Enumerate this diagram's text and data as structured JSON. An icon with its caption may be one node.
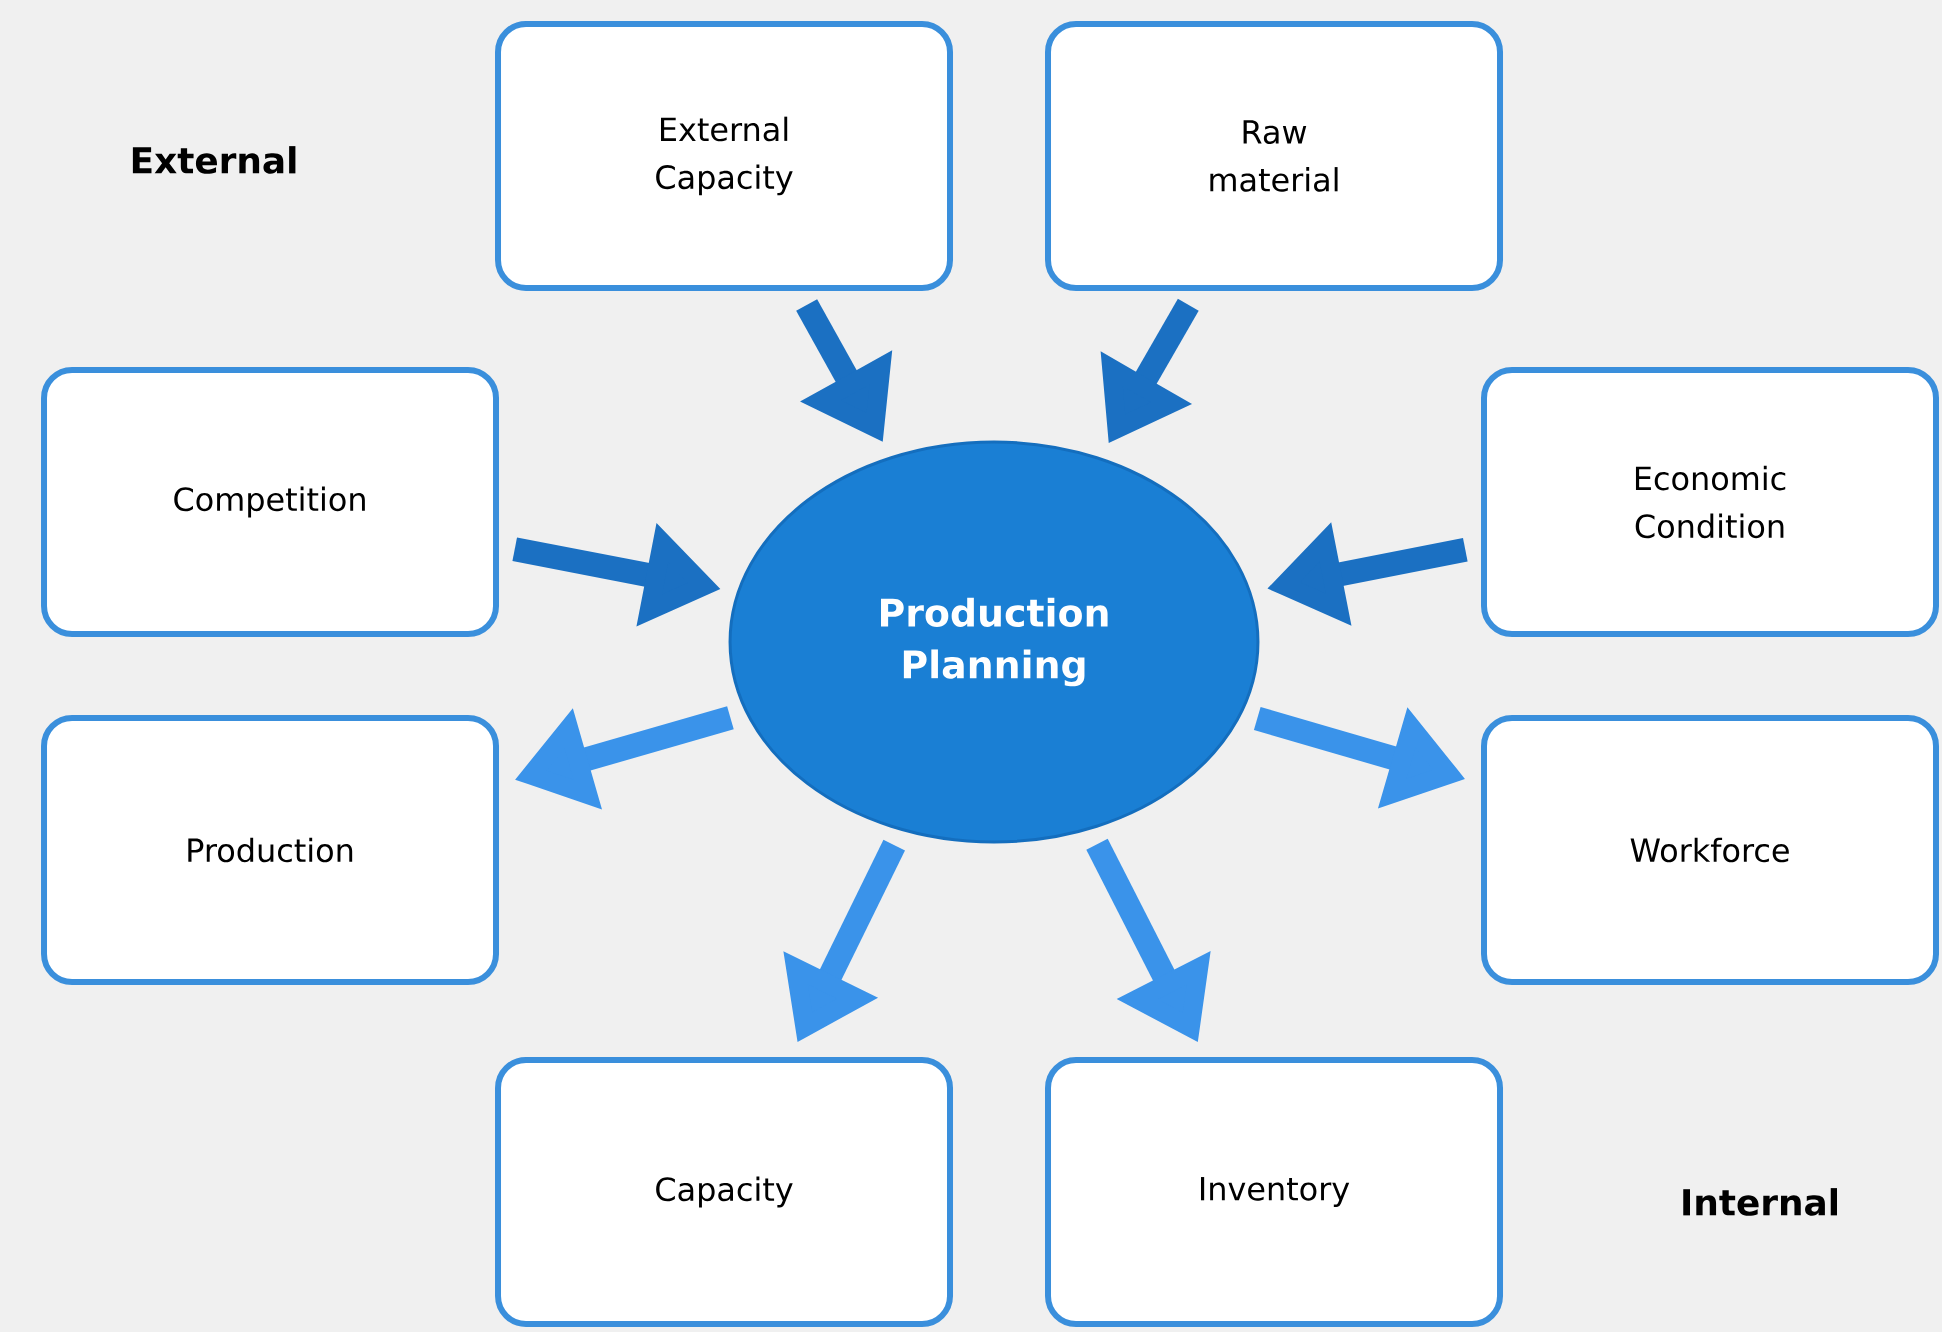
{
  "diagram": {
    "nodes": [
      {
        "text": [
          "External Capacity"
        ]
      },
      {
        "text": [
          "Raw material"
        ]
      },
      {
        "text": [
          "Competition"
        ]
      },
      {
        "text": [
          "Economic Condition"
        ]
      },
      {
        "text": [
          "Production Planning"
        ]
      },
      {
        "text": [
          "Production"
        ]
      },
      {
        "text": [
          "Workforce"
        ]
      },
      {
        "text": [
          "Capacity"
        ]
      },
      {
        "text": [
          "Inventory"
        ]
      }
    ],
    "edges": [
      {
        "from": 0,
        "to": 4,
        "arrow": "to",
        "color": "#1b70c2"
      },
      {
        "from": 1,
        "to": 4,
        "arrow": "to",
        "color": "#1b70c2"
      },
      {
        "from": 2,
        "to": 4,
        "arrow": "to",
        "color": "#1b70c2"
      },
      {
        "from": 3,
        "to": 4,
        "arrow": "to",
        "color": "#1b70c2"
      },
      {
        "from": 4,
        "to": 5,
        "arrow": "to",
        "color": "#3a93ea"
      },
      {
        "from": 4,
        "to": 6,
        "arrow": "to",
        "color": "#3a93ea"
      },
      {
        "from": 4,
        "to": 7,
        "arrow": "to",
        "color": "#3a93ea"
      },
      {
        "from": 4,
        "to": 8,
        "arrow": "to",
        "color": "#3a93ea"
      }
    ],
    "labels": [
      "External",
      "Internal"
    ]
  }
}
